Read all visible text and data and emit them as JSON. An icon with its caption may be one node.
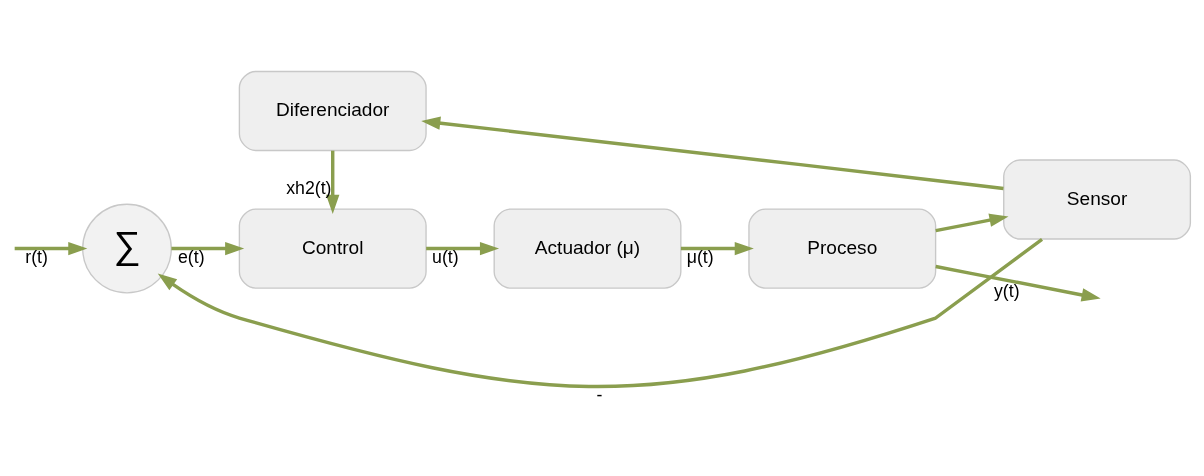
{
  "diagram": {
    "nodes": [
      {
        "text": [
          "∑"
        ]
      },
      {
        "text": [
          "Control"
        ]
      },
      {
        "text": [
          "Actuador (μ)"
        ]
      },
      {
        "text": [
          "Proceso"
        ]
      },
      {
        "text": [
          "Diferenciador"
        ]
      },
      {
        "text": [
          "Sensor"
        ]
      }
    ],
    "edges": [
      {
        "from": null,
        "to": 0,
        "arrow": "to",
        "label": "r(t)"
      },
      {
        "from": 0,
        "to": 1,
        "arrow": "to",
        "label": "e(t)"
      },
      {
        "from": 1,
        "to": 2,
        "arrow": "to",
        "label": "u(t)"
      },
      {
        "from": 2,
        "to": 3,
        "arrow": "to",
        "label": "μ(t)"
      },
      {
        "from": 3,
        "to": null,
        "arrow": "to",
        "label": "y(t)"
      },
      {
        "from": 3,
        "to": 5,
        "arrow": "to"
      },
      {
        "from": 5,
        "to": 0,
        "arrow": "to",
        "label": "-"
      },
      {
        "from": 5,
        "to": 4,
        "arrow": "to"
      },
      {
        "from": 4,
        "to": 1,
        "arrow": "to",
        "label": "xh2(t)"
      }
    ]
  }
}
